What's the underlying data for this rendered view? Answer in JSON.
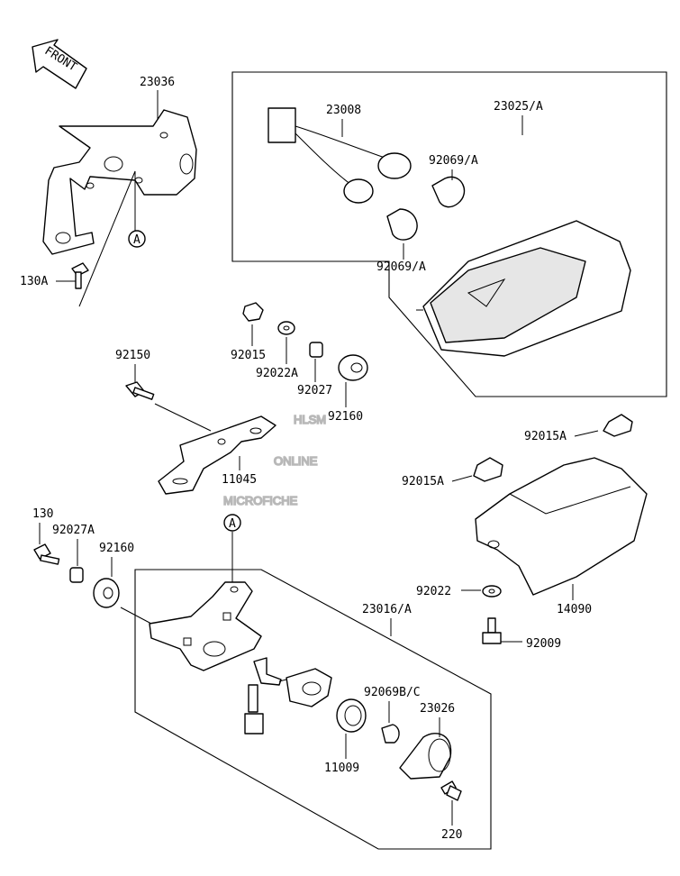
{
  "orientation": {
    "label": "FRONT"
  },
  "callout_ref": "A",
  "watermark": {
    "line1": "HLSM",
    "line2": "ONLINE",
    "line3": "MICROFICHE"
  },
  "part_labels": {
    "p23036": "23036",
    "p130A": "130A",
    "p92150": "92150",
    "p11045": "11045",
    "p92015": "92015",
    "p92022A": "92022A",
    "p92027": "92027",
    "p92160_top": "92160",
    "p23008": "23008",
    "p23025A": "23025/A",
    "p92069A_1": "92069/A",
    "p92069A_2": "92069/A",
    "p92015A_1": "92015A",
    "p92015A_2": "92015A",
    "p14090": "14090",
    "p92022": "92022",
    "p92009": "92009",
    "p130": "130",
    "p92027A": "92027A",
    "p92160_bottom": "92160",
    "p23016A": "23016/A",
    "p92069BC": "92069B/C",
    "p23026": "23026",
    "p11009": "11009",
    "p220": "220"
  },
  "icons": [
    "front-arrow-icon",
    "callout-a-icon"
  ]
}
